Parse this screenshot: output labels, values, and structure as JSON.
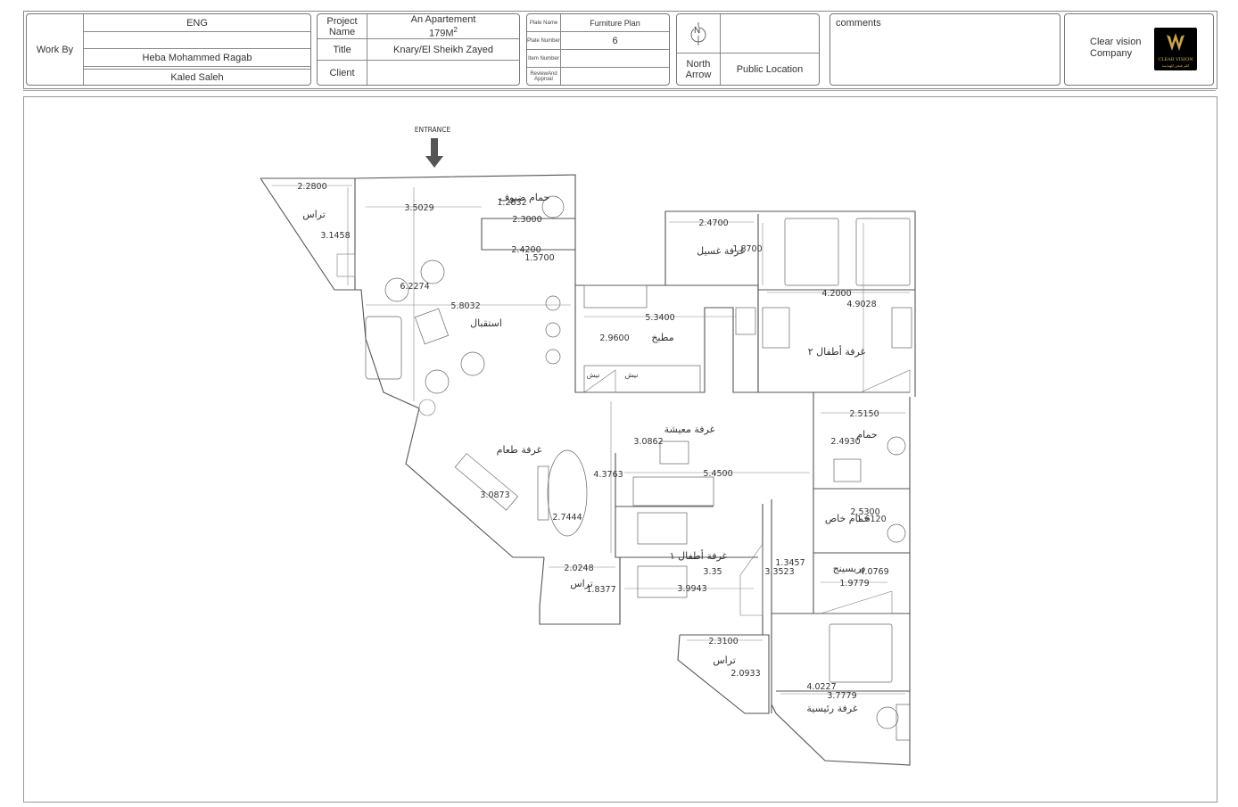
{
  "header": {
    "work_by_label": "Work By",
    "eng_label": "ENG",
    "eng_names": [
      "Heba Mohammed Ragab",
      "Kaled Saleh"
    ],
    "project_name_label": "Project\nName",
    "project_name_value": "An Apartement",
    "project_area": "179M",
    "project_area_sup": "2",
    "title_label": "Title",
    "title_value": "Knary/El Sheikh Zayed",
    "client_label": "Client",
    "client_value": "",
    "plate_name_label": "Plate Name",
    "plate_name_value": "Furniture Plan",
    "plate_number_label": "Plate Number",
    "plate_number_value": "6",
    "item_number_label": "Item Number",
    "item_number_value": "",
    "review_label": "ReviewAnd Approal",
    "review_value": "",
    "north_symbol": "N",
    "north_arrow_label": "North\nArrow",
    "location_value": "Public Location",
    "comments_label": "comments",
    "company_name": "Clear vision\nCompany",
    "logo_text": "CLEAR VISION",
    "logo_subtext": "كلير فيجن للهندسة"
  },
  "plan": {
    "entrance_label": "ENTRANCE",
    "rooms": [
      {
        "id": "terrace-1",
        "text": "تراس"
      },
      {
        "id": "guest-bath",
        "text": "حمام ضيوف"
      },
      {
        "id": "laundry",
        "text": "غرفة غسيل"
      },
      {
        "id": "reception",
        "text": "استقبال"
      },
      {
        "id": "kitchen",
        "text": "مطبخ"
      },
      {
        "id": "kids-room-2",
        "text": "غرفة أطفال ٢"
      },
      {
        "id": "living-room",
        "text": "غرفة معيشة"
      },
      {
        "id": "bathroom",
        "text": "حمام"
      },
      {
        "id": "dining-room",
        "text": "غرفة طعام"
      },
      {
        "id": "private-bath",
        "text": "حمام خاص"
      },
      {
        "id": "kids-room-1",
        "text": "غرفة أطفال ١"
      },
      {
        "id": "corridor",
        "text": "دريسينج"
      },
      {
        "id": "terrace-2",
        "text": "تراس"
      },
      {
        "id": "terrace-3",
        "text": "تراس"
      },
      {
        "id": "master-room",
        "text": "غرفة رئيسية"
      },
      {
        "id": "nish-1",
        "text": "نيش"
      },
      {
        "id": "nish-2",
        "text": "نيش"
      }
    ],
    "dimensions": [
      "2.2800",
      "3.5029",
      "1.2832",
      "2.3000",
      "3.1458",
      "2.4200",
      "1.5700",
      "2.4700",
      "1.8700",
      "6.2274",
      "5.8032",
      "5.3400",
      "4.2000",
      "4.9028",
      "2.9600",
      "2.5150",
      "2.4930",
      "3.0862",
      "4.3763",
      "5.4500",
      "3.0873",
      "2.7444",
      "2.5300",
      "1.6120",
      "2.0248",
      "1.8377",
      "3.35",
      "3.9943",
      "1.3457",
      "3.3523",
      "4.0769",
      "1.9779",
      "2.3100",
      "2.0933",
      "4.0227",
      "3.7779"
    ]
  }
}
